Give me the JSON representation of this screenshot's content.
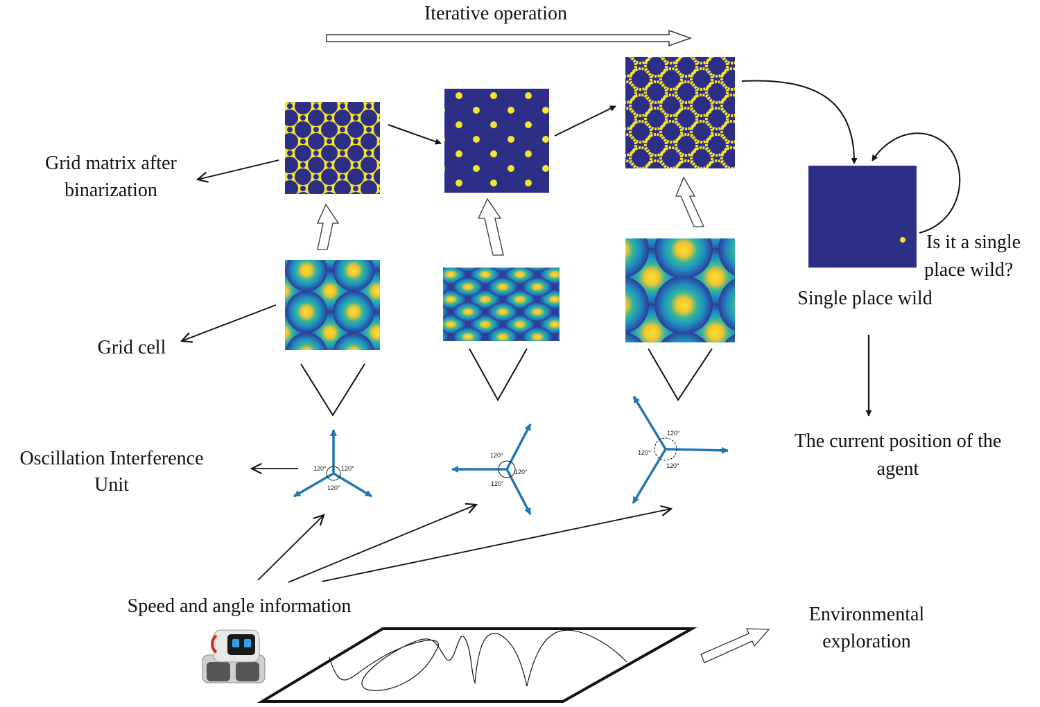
{
  "labels": {
    "iterative": "Iterative operation",
    "grid_matrix_line1": "Grid matrix after",
    "grid_matrix_line2": "binarization",
    "grid_cell": "Grid cell",
    "osc_line1": "Oscillation Interference",
    "osc_line2": "Unit",
    "speed": "Speed and angle information",
    "single_place": "Single place wild",
    "question_line1": "Is it a single",
    "question_line2": "place wild?",
    "current_line1": "The current position of the",
    "current_line2": "agent",
    "env_line1": "Environmental",
    "env_line2": "exploration"
  },
  "angle_label": "120°",
  "colors": {
    "dark_blue": "#2d2f86",
    "yellow": "#f6e62a",
    "teal": "#21a3b8",
    "arrow_blue": "#1f77b4",
    "black": "#111111"
  }
}
